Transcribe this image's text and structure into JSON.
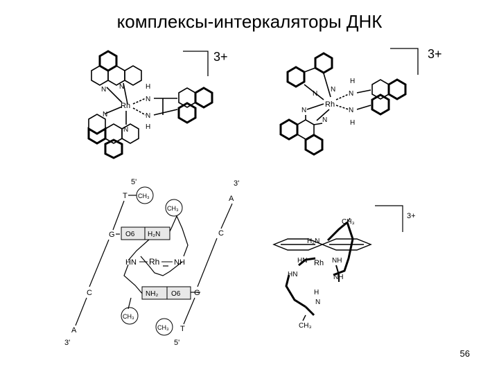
{
  "slide": {
    "title": "комплексы-интеркаляторы ДНК",
    "page_number": "56"
  },
  "structures": {
    "top_left": {
      "charge": "3+",
      "atoms": [
        "N",
        "N",
        "N",
        "N",
        "H",
        "N",
        "N",
        "H",
        "Rh"
      ]
    },
    "top_right": {
      "charge": "3+",
      "atoms": [
        "N",
        "N",
        "H",
        "N",
        "Rh",
        "N",
        "N",
        "N",
        "H"
      ]
    },
    "bottom_left": {
      "strand_labels": [
        "5'",
        "3'",
        "T",
        "A",
        "G",
        "C",
        "C",
        "G",
        "A",
        "T",
        "3'",
        "5'"
      ],
      "boxes": [
        "O6",
        "H₂N",
        "NH₂",
        "O6"
      ],
      "methyls": [
        "CH₃",
        "CH₃",
        "CH₃",
        "CH₃"
      ],
      "atoms": [
        "HN",
        "Rh",
        "NH"
      ]
    },
    "bottom_right": {
      "charge": "3+",
      "atoms": [
        "H₂N",
        "CH₃",
        "HN",
        "Rh",
        "NH",
        "HN",
        "NH",
        "H",
        "N",
        "CH₃"
      ]
    }
  }
}
